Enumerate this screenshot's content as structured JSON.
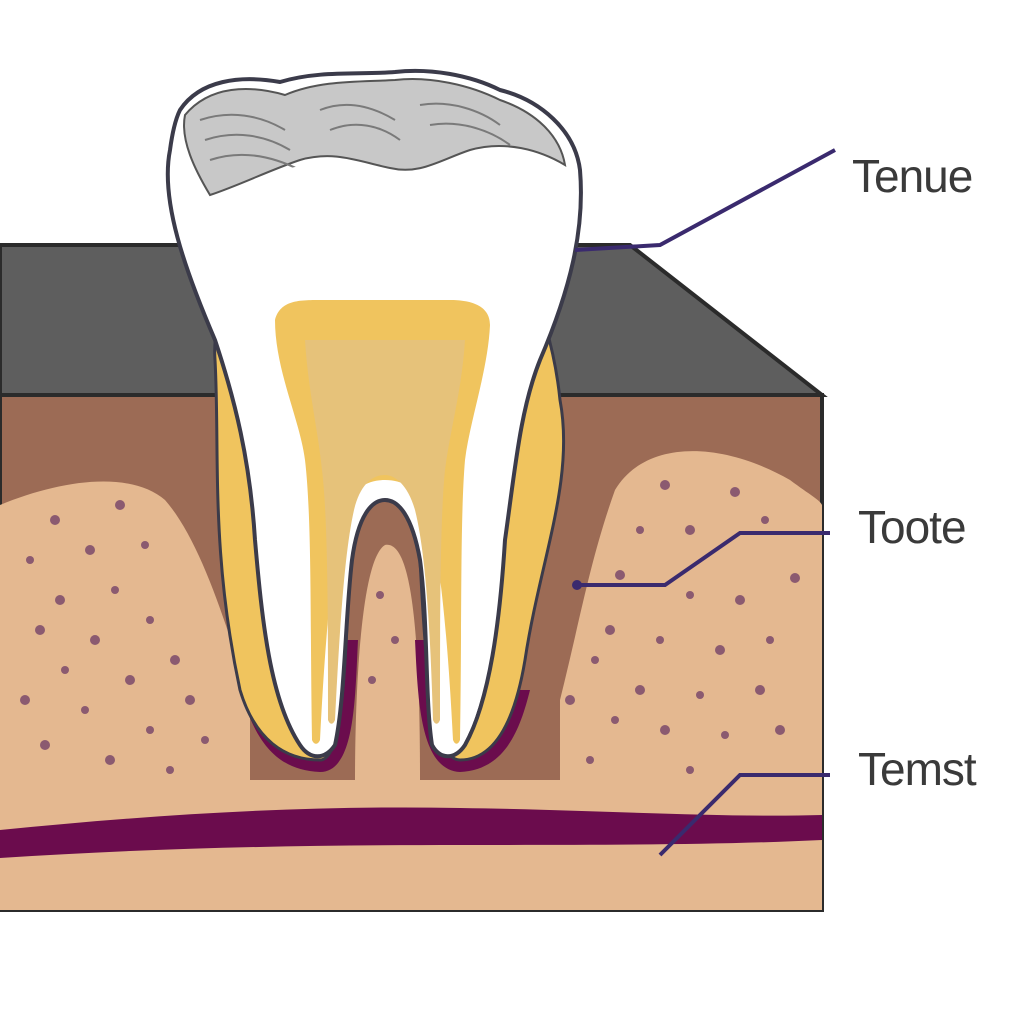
{
  "labels": [
    {
      "id": "crown",
      "text": "Tenue"
    },
    {
      "id": "middle",
      "text": "Toote"
    },
    {
      "id": "bottom",
      "text": "Temst"
    }
  ],
  "colors": {
    "background": "#ffffff",
    "block_top": "#5e5e5e",
    "block_outline": "#2b2b2b",
    "gum_tissue": "#9c6b55",
    "bone": "#e4b890",
    "bone_dots": "#8b5a70",
    "nerve_band": "#6b0c4d",
    "enamel": "#ffffff",
    "enamel_shade": "#c8c8c8",
    "dentin": "#f0c45e",
    "pulp": "#e6c27a",
    "leader_line": "#3a2a6e"
  }
}
